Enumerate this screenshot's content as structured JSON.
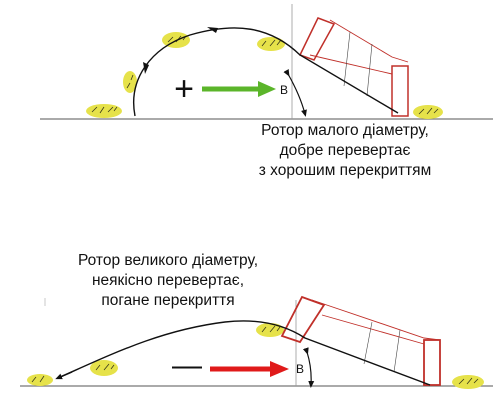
{
  "top_scenario": {
    "sign": "+",
    "width_label": "B",
    "caption_lines": [
      "Ротор малого діаметру,",
      "добре перевертає",
      "з хорошим перекриттям"
    ],
    "arrow_color": "#5bb52a",
    "rotor_color": "#c0302a"
  },
  "bottom_scenario": {
    "sign": "—",
    "width_label": "B",
    "caption_lines": [
      "Ротор великого діаметру,",
      "неякісно перевертає,",
      "погане перекриття"
    ],
    "arrow_color": "#e01a1a",
    "rotor_color": "#c0302a"
  },
  "colors": {
    "straw": "#e6e24a",
    "ground": "#777777",
    "trajectory": "#111111"
  }
}
